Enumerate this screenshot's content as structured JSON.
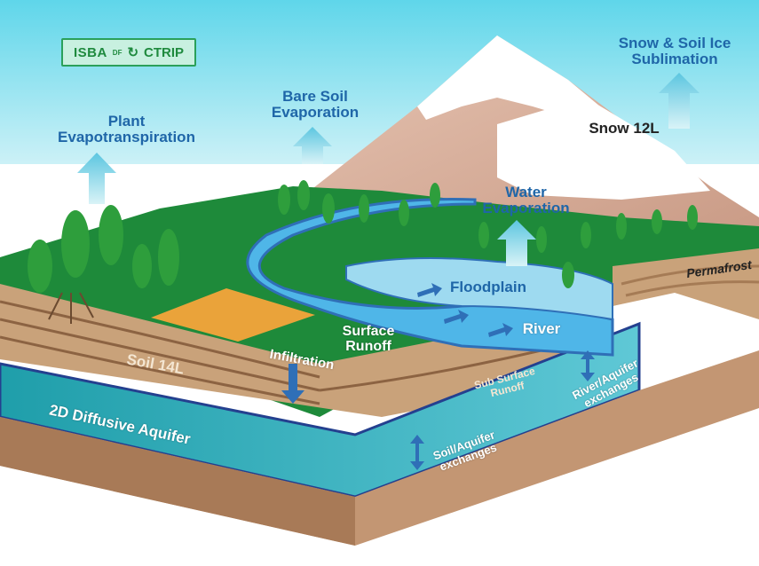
{
  "logo": {
    "left": "ISBA",
    "mid": "DF",
    "right": "CTRIP",
    "icon": "cycle-arrows-icon",
    "color": "#2aa05a"
  },
  "labels": {
    "plant_evap": "Plant\nEvapotranspiration",
    "bare_soil_evap": "Bare Soil\nEvaporation",
    "snow_sublimation": "Snow & Soil Ice\nSublimation",
    "snow_layers": "Snow 12L",
    "water_evap": "Water\nEvaporation",
    "floodplain": "Floodplain",
    "permafrost": "Permafrost",
    "surface_runoff": "Surface\nRunoff",
    "river": "River",
    "infiltration": "Infiltration",
    "soil_layers": "Soil 14L",
    "subsurface_runoff": "Sub Surface\nRunoff",
    "river_aquifer": "River/Aquifer\nexchanges",
    "aquifer": "2D Diffusive Aquifer",
    "soil_aquifer": "Soil/Aquifer\nexchanges"
  },
  "colors": {
    "sky": "#5fd0e6",
    "ground": "#1e8a3a",
    "soil": "#c9a27a",
    "aquifer": "#43b9c9",
    "river": "#4fb6e8",
    "label_blue": "#1f66a8",
    "mountain": "#e0b9a5"
  }
}
